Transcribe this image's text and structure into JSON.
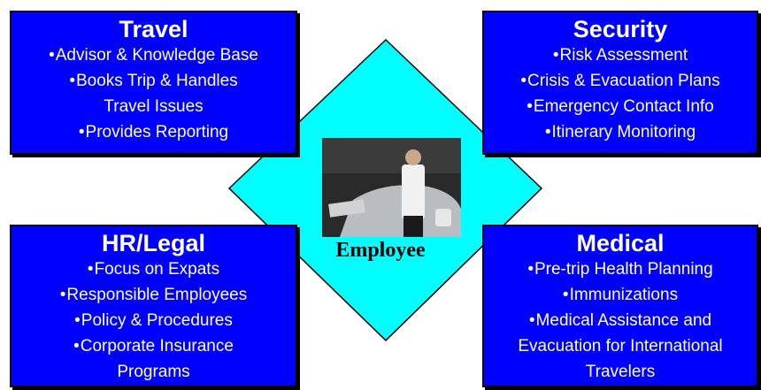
{
  "center": {
    "label": "Employee"
  },
  "boxes": {
    "travel": {
      "title": "Travel",
      "items": [
        "Advisor & Knowledge Base",
        "Books Trip & Handles",
        "Travel Issues",
        "Provides Reporting"
      ],
      "bullets": [
        true,
        true,
        false,
        true
      ]
    },
    "security": {
      "title": "Security",
      "items": [
        "Risk Assessment",
        "Crisis & Evacuation Plans",
        "Emergency Contact Info",
        "Itinerary Monitoring"
      ],
      "bullets": [
        true,
        true,
        true,
        true
      ]
    },
    "hr": {
      "title": "HR/Legal",
      "items": [
        "Focus on Expats",
        "Responsible Employees",
        "Policy & Procedures",
        "Corporate Insurance",
        "Programs"
      ],
      "bullets": [
        true,
        true,
        true,
        true,
        false
      ]
    },
    "medical": {
      "title": "Medical",
      "items": [
        "Pre-trip Health Planning",
        "Immunizations",
        "Medical Assistance and",
        "Evacuation for International",
        "Travelers"
      ],
      "bullets": [
        true,
        true,
        true,
        false,
        false
      ]
    }
  },
  "colors": {
    "box_fill": "#0000ff",
    "diamond_fill": "#00ffff",
    "text": "#ffffff"
  },
  "bullet_glyph": "•"
}
